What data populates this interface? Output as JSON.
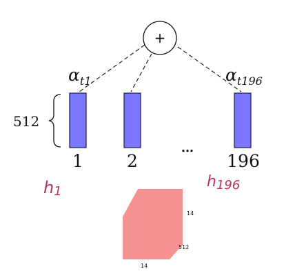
{
  "diagram": {
    "sum_symbol": "+",
    "alphas": [
      {
        "base": "α",
        "sub": "t1"
      },
      {
        "base": "α",
        "sub": "t196"
      }
    ],
    "dim_label": "512",
    "ellipsis": "...",
    "indices": [
      "1",
      "2",
      "196"
    ],
    "handwritten": [
      {
        "base": "h",
        "sub": "1"
      },
      {
        "base": "h",
        "sub": "196"
      }
    ],
    "volume_labels": {
      "depth": "14",
      "height": "512",
      "width": "14"
    },
    "colors": {
      "bar_fill": "#7a77ff",
      "bar_stroke": "#1c1c4a",
      "volume_fill": "#f79292",
      "ink": "#b8335a"
    }
  }
}
